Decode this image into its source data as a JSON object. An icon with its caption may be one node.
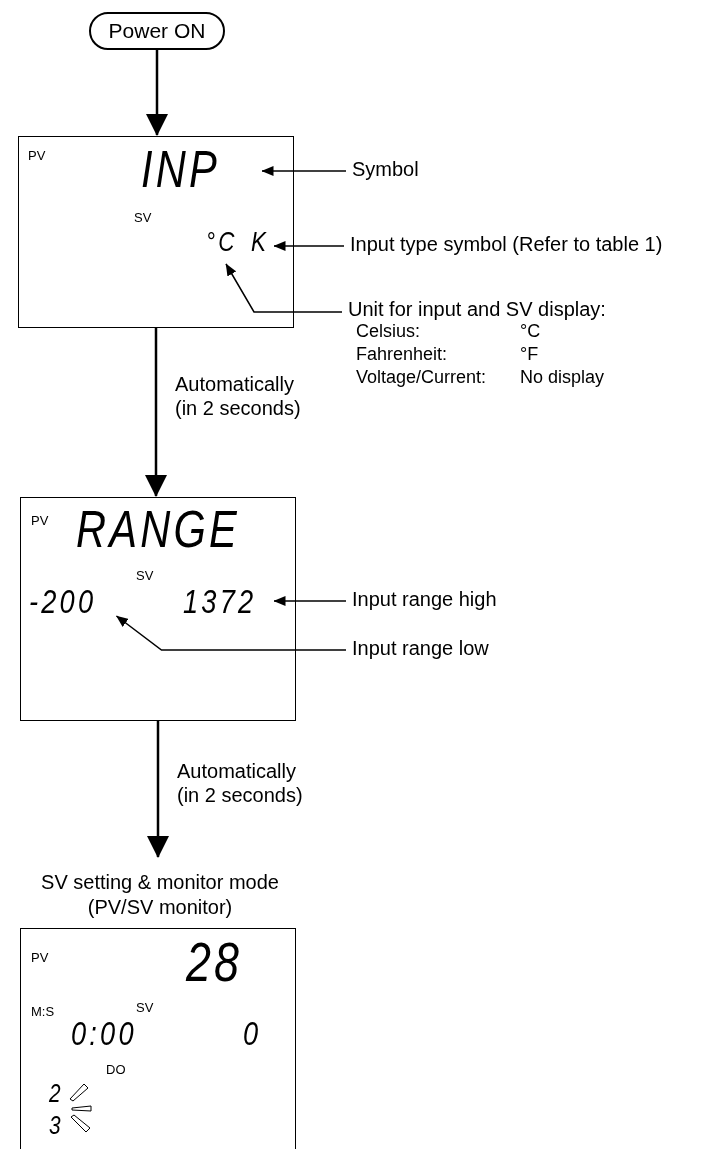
{
  "diagram": {
    "nodes": [
      {
        "text": [
          "Power ON"
        ]
      },
      {
        "text": [
          "PV",
          "SV"
        ]
      },
      {
        "text": [
          "INP"
        ],
        "in": 1
      },
      {
        "text": [
          "°C"
        ],
        "in": 1
      },
      {
        "text": [
          "K"
        ],
        "in": 1
      },
      {
        "text": [
          "Symbol"
        ]
      },
      {
        "text": [
          "Input type symbol (Refer to table 1)"
        ]
      },
      {
        "text": [
          "Unit for input and SV display:",
          "Celsius:",
          "°C",
          "Fahrenheit:",
          "°F",
          "Voltage/Current:",
          "No display"
        ]
      },
      {
        "text": [
          "PV",
          "SV"
        ]
      },
      {
        "text": [
          "RANGE"
        ],
        "in": 8
      },
      {
        "text": [
          "-200"
        ],
        "in": 8
      },
      {
        "text": [
          "1372"
        ],
        "in": 8
      },
      {
        "text": [
          "Input range high"
        ]
      },
      {
        "text": [
          "Input range low"
        ]
      },
      {
        "text": [
          "SV setting & monitor mode (PV/SV monitor)",
          "PV",
          "28",
          "M:S",
          "SV",
          "0:00",
          "0",
          "DO",
          "2",
          "3"
        ]
      }
    ],
    "edges": [
      {
        "from": 0,
        "to": 1,
        "arrow": "to"
      },
      {
        "from": 1,
        "to": 8,
        "arrow": "to",
        "label": "Automatically (in 2 seconds)"
      },
      {
        "from": 8,
        "to": 14,
        "arrow": "to",
        "label": "Automatically (in 2 seconds)"
      },
      {
        "from": 5,
        "to": 2,
        "arrow": "to"
      },
      {
        "from": 6,
        "to": 4,
        "arrow": "to"
      },
      {
        "from": 7,
        "to": 3,
        "arrow": "to"
      },
      {
        "from": 12,
        "to": 11,
        "arrow": "to"
      },
      {
        "from": 13,
        "to": 10,
        "arrow": "to"
      }
    ]
  }
}
